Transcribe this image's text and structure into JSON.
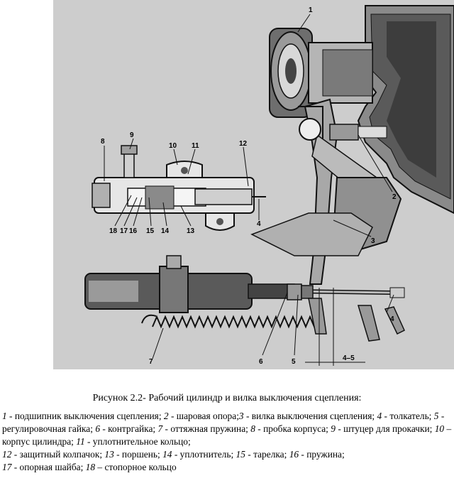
{
  "labels": {
    "l1": "1",
    "l2": "2",
    "l3": "3",
    "l4a": "4",
    "l4b": "4",
    "l5": "5",
    "l6": "6",
    "l7": "7",
    "l8": "8",
    "l9": "9",
    "l10": "10",
    "l11": "11",
    "l12": "12",
    "l13": "13",
    "l14": "14",
    "l15": "15",
    "l16": "16",
    "l17": "17",
    "l18": "18",
    "dim": "4–5"
  },
  "caption": "Рисунок 2.2- Рабочий цилиндр и вилка выключения сцепления:",
  "legend": [
    {
      "n": "1",
      "t": " - подшипник выключения сцепления; "
    },
    {
      "n": "2",
      "t": " - шаровая опора;"
    },
    {
      "n": "3",
      "t": " - вилка выключения сцепления; "
    },
    {
      "n": "4",
      "t": " - толкатель; "
    },
    {
      "n": "5",
      "t": " - регулировочная гайка; "
    },
    {
      "n": "6",
      "t": " - контргайка; "
    },
    {
      "n": "7",
      "t": " - оттяжная пружина; "
    },
    {
      "n": "8",
      "t": " - пробка корпуса; "
    },
    {
      "n": "9",
      "t": " - штуцер для прокачки; "
    },
    {
      "n": "10",
      "t": " – корпус цилиндра; "
    },
    {
      "n": "11",
      "t": " - уплотнительное кольцо; "
    },
    {
      "n": "12",
      "t": " - защитный колпачок; "
    },
    {
      "n": "13",
      "t": " - поршень; "
    },
    {
      "n": "14",
      "t": " - уплотнитель; "
    },
    {
      "n": "15",
      "t": " - тарелка; "
    },
    {
      "n": "16",
      "t": " - пружина; "
    },
    {
      "n": "17",
      "t": " - опорная шайба; "
    },
    {
      "n": "18",
      "t": " – стопорное кольцо"
    }
  ]
}
